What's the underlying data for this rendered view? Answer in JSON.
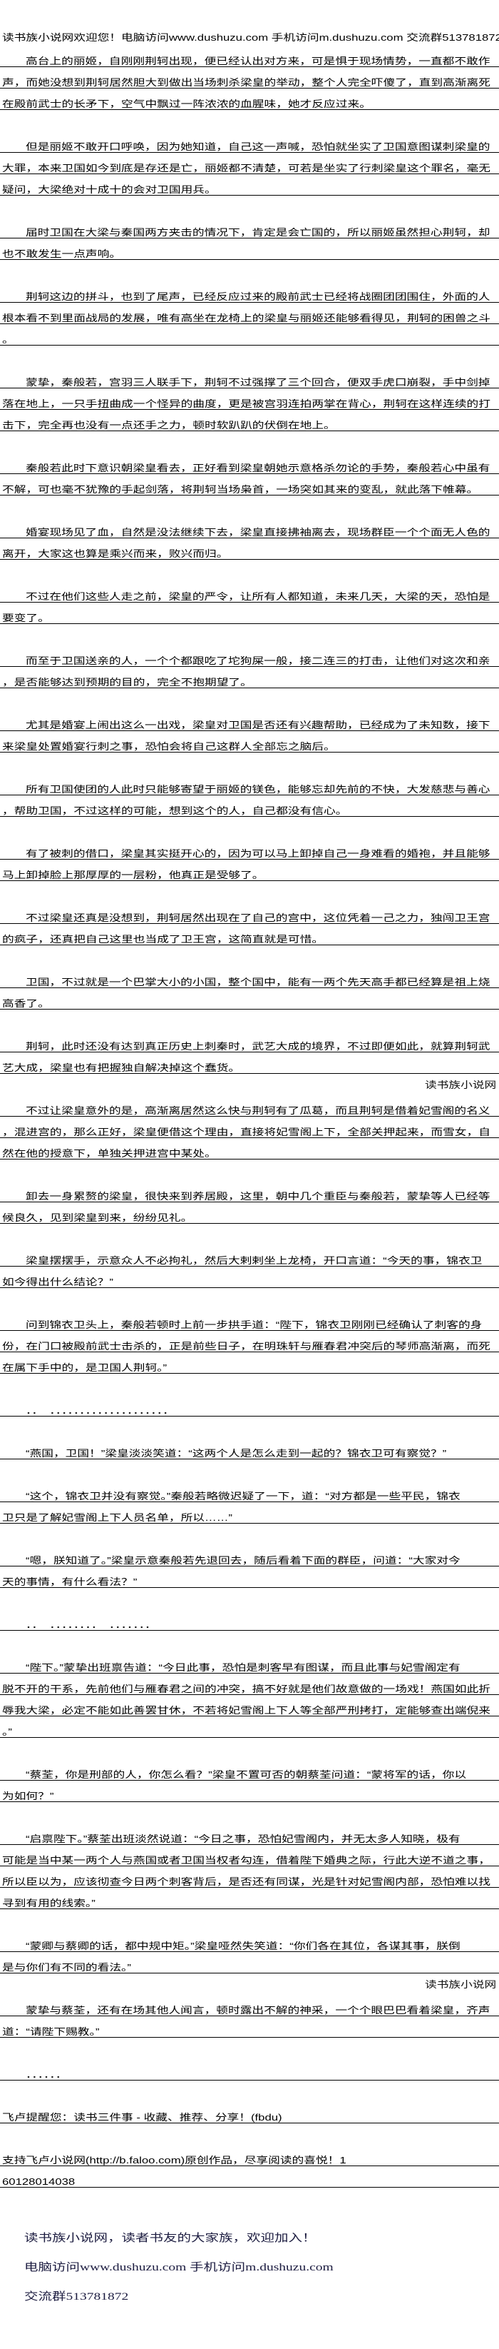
{
  "header": "读书族小说网欢迎您！电脑访问www.dushuzu.com 手机访问m.dushuzu.com 交流群513781872",
  "paragraphs": [
    {
      "indent": true,
      "lines": [
        "高台上的丽姬，自刚刚荆轲出现，便已经认出对方来，可是惧于现场情势，一直都不敢作",
        "声，而她没想到荆轲居然胆大到做出当场刺杀梁皇的举动，整个人完全吓傻了，直到高渐离死",
        "在殿前武士的长矛下，空气中飘过一阵浓浓的血腥味，她才反应过来。"
      ]
    },
    {
      "indent": true,
      "lines": [
        "但是丽姬不敢开口呼唤，因为她知道，自己这一声喊，恐怕就坐实了卫国意图谋刺梁皇的",
        "大罪，本来卫国如今到底是存还是亡，丽姬都不清楚，可若是坐实了行刺梁皇这个罪名，毫无",
        "疑问，大梁绝对十成十的会对卫国用兵。"
      ]
    },
    {
      "indent": true,
      "lines": [
        "届时卫国在大梁与秦国两方夹击的情况下，肯定是会亡国的，所以丽姬虽然担心荆轲，却",
        "也不敢发生一点声响。"
      ]
    },
    {
      "indent": true,
      "lines": [
        "荆轲这边的拼斗，也到了尾声，已经反应过来的殿前武士已经将战圈团团围住，外面的人",
        "根本看不到里面战局的发展，唯有高坐在龙椅上的梁皇与丽姬还能够看得见，荆轲的困兽之斗",
        "。"
      ]
    },
    {
      "indent": true,
      "lines": [
        "蒙挚，秦般若，宫羽三人联手下，荆轲不过强撑了三个回合，便双手虎口崩裂，手中剑掉",
        "落在地上，一只手扭曲成一个怪异的曲度，更是被宫羽连拍两掌在背心，荆轲在这样连续的打",
        "击下，完全再也没有一点还手之力，顿时软趴趴的伏倒在地上。"
      ]
    },
    {
      "indent": true,
      "lines": [
        "秦般若此时下意识朝梁皇看去，正好看到梁皇朝她示意格杀勿论的手势，秦般若心中虽有",
        "不解，可也毫不犹豫的手起剑落，将荆轲当场枭首，一场突如其来的变乱，就此落下帷幕。"
      ]
    },
    {
      "indent": true,
      "lines": [
        "婚宴现场见了血，自然是没法继续下去，梁皇直接拂袖离去，现场群臣一个个面无人色的",
        "离开，大家这也算是乘兴而来，败兴而归。"
      ]
    },
    {
      "indent": true,
      "lines": [
        "不过在他们这些人走之前，梁皇的严令，让所有人都知道，未来几天，大梁的天，恐怕是",
        "要变了。"
      ]
    },
    {
      "indent": true,
      "lines": [
        "而至于卫国送亲的人，一个个都跟吃了坨狗屎一般，接二连三的打击，让他们对这次和亲",
        "，是否能够达到预期的目的，完全不抱期望了。"
      ]
    },
    {
      "indent": true,
      "lines": [
        "尤其是婚宴上闹出这么一出戏，梁皇对卫国是否还有兴趣帮助，已经成为了未知数，接下",
        "来梁皇处置婚宴行刺之事，恐怕会将自己这群人全部忘之脑后。"
      ]
    },
    {
      "indent": true,
      "lines": [
        "所有卫国使团的人此时只能够寄望于丽姬的镁色，能够忘却先前的不快，大发慈悲与善心",
        "，帮助卫国，不过这样的可能，想到这个的人，自己都没有信心。"
      ]
    },
    {
      "indent": true,
      "lines": [
        "有了被刺的借口，梁皇其实挺开心的，因为可以马上卸掉自己一身难看的婚袍，并且能够",
        "马上卸掉脸上那厚厚的一层粉，他真正是受够了。"
      ]
    },
    {
      "indent": true,
      "lines": [
        "不过梁皇还真是没想到，荆轲居然出现在了自己的宫中，这位凭着一己之力，独闯卫王宫",
        "的疯子，还真把自己这里也当成了卫王宫，这简直就是可惜。"
      ]
    },
    {
      "indent": true,
      "lines": [
        "卫国，不过就是一个巴掌大小的小国，整个国中，能有一两个先天高手都已经算是祖上烧",
        "高香了。"
      ]
    },
    {
      "indent": true,
      "lines": [
        "荆轲，此时还没有达到真正历史上刺秦时，武艺大成的境界，不过即便如此，就算荆轲武",
        "艺大成，梁皇也有把握独自解决掉这个蠢货。"
      ]
    },
    {
      "indent": true,
      "lines": [
        "不过让梁皇意外的是，高渐离居然这么快与荆轲有了瓜葛，而且荆轲是借着妃雪阁的名义",
        "，混进宫的，那么正好，梁皇便借这个理由，直接将妃雪阁上下，全部关押起来，而雪女，自",
        "然在他的授意下，单独关押进宫中某处。"
      ]
    },
    {
      "indent": true,
      "lines": [
        "卸去一身累赘的梁皇，很快来到养居殿，这里，朝中几个重臣与秦般若，蒙挚等人已经等",
        "候良久，见到梁皇到来，纷纷见礼。"
      ]
    },
    {
      "indent": true,
      "lines": [
        "梁皇摆摆手，示意众人不必拘礼，然后大剌剌坐上龙椅，开口言道：“今天的事，锦衣卫",
        "如今得出什么结论？”"
      ]
    },
    {
      "indent": true,
      "lines": [
        "问到锦衣卫头上，秦般若顿时上前一步拱手道：“陛下，锦衣卫刚刚已经确认了刺客的身",
        "份，在门口被殿前武士击杀的，正是前些日子，在明珠轩与雁春君冲突后的琴师高渐离，而死",
        "在属下手中的，是卫国人荆轲。”"
      ]
    },
    {
      "indent": true,
      "lines": [
        "．．　．．．．．．．．．．．．．．．．．．．．"
      ]
    },
    {
      "indent": true,
      "lines": [
        "“燕国，卫国！”梁皇淡淡笑道：“这两个人是怎么走到一起的？锦衣卫可有察觉？”"
      ]
    },
    {
      "indent": true,
      "lines": [
        "“这个，锦衣卫并没有察觉。”秦般若略微迟疑了一下，道：“对方都是一些平民，锦衣",
        "卫只是了解妃雪阁上下人员名单，所以……”"
      ]
    },
    {
      "indent": true,
      "lines": [
        "“嗯，朕知道了。”梁皇示意秦般若先退回去，随后看着下面的群臣，问道：“大家对今",
        "天的事情，有什么看法？”"
      ]
    },
    {
      "indent": true,
      "lines": [
        "．．　．．．．．．．．　．．．．．．．"
      ]
    },
    {
      "indent": true,
      "lines": [
        "“陛下。”蒙挚出班禀告道：“今日此事，恐怕是刺客早有图谋，而且此事与妃雪阁定有",
        "脱不开的干系，先前他们与雁春君之间的冲突，搞不好就是他们故意做的一场戏！燕国如此折",
        "辱我大梁，必定不能如此善罢甘休，不若将妃雪阁上下人等全部严刑拷打，定能够查出端倪来",
        "。”"
      ]
    },
    {
      "indent": true,
      "lines": [
        "“蔡荃，你是刑部的人，你怎么看？”梁皇不置可否的朝蔡荃问道：“蒙将军的话，你以",
        "为如何？”"
      ]
    },
    {
      "indent": true,
      "lines": [
        "“启禀陛下。”蔡荃出班淡然说道：“今日之事，恐怕妃雪阁内，并无太多人知晓，极有",
        "可能是当中某一两个人与燕国或者卫国当权者勾连，借着陛下婚典之际，行此大逆不道之事，",
        "所以臣以为，应该彻查今日两个刺客背后，是否还有同谋，光是针对妃雪阁内部，恐怕难以找",
        "寻到有用的线索。”"
      ]
    },
    {
      "indent": true,
      "lines": [
        "“蒙卿与蔡卿的话，都中规中矩。”梁皇哑然失笑道：“你们各在其位，各谋其事，朕倒",
        "是与你们有不同的看法。”"
      ]
    },
    {
      "indent": true,
      "lines": [
        "蒙挚与蔡荃，还有在场其他人闻言，顿时露出不解的神采，一个个眼巴巴看着梁皇，齐声",
        "道：“请陛下赐教。”"
      ]
    },
    {
      "indent": true,
      "lines": [
        "．．．．．．"
      ]
    },
    {
      "indent": false,
      "lines": [
        "飞卢提醒您：读书三件事 - 收藏、推荐、分享！(fbdu)"
      ]
    },
    {
      "indent": false,
      "lines": [
        "支持飞卢小说网(http://b.faloo.com)原创作品，尽享阅读的喜悦！1",
        "60128014038"
      ]
    }
  ],
  "watermarks": [
    "读书族小说网",
    "读书族小说网"
  ],
  "footer": {
    "line1": "读书族小说网，读者书友的大家族，欢迎加入！",
    "line2": "电脑访问www.dushuzu.com 手机访问m.dushuzu.com",
    "line3": "交流群513781872"
  }
}
